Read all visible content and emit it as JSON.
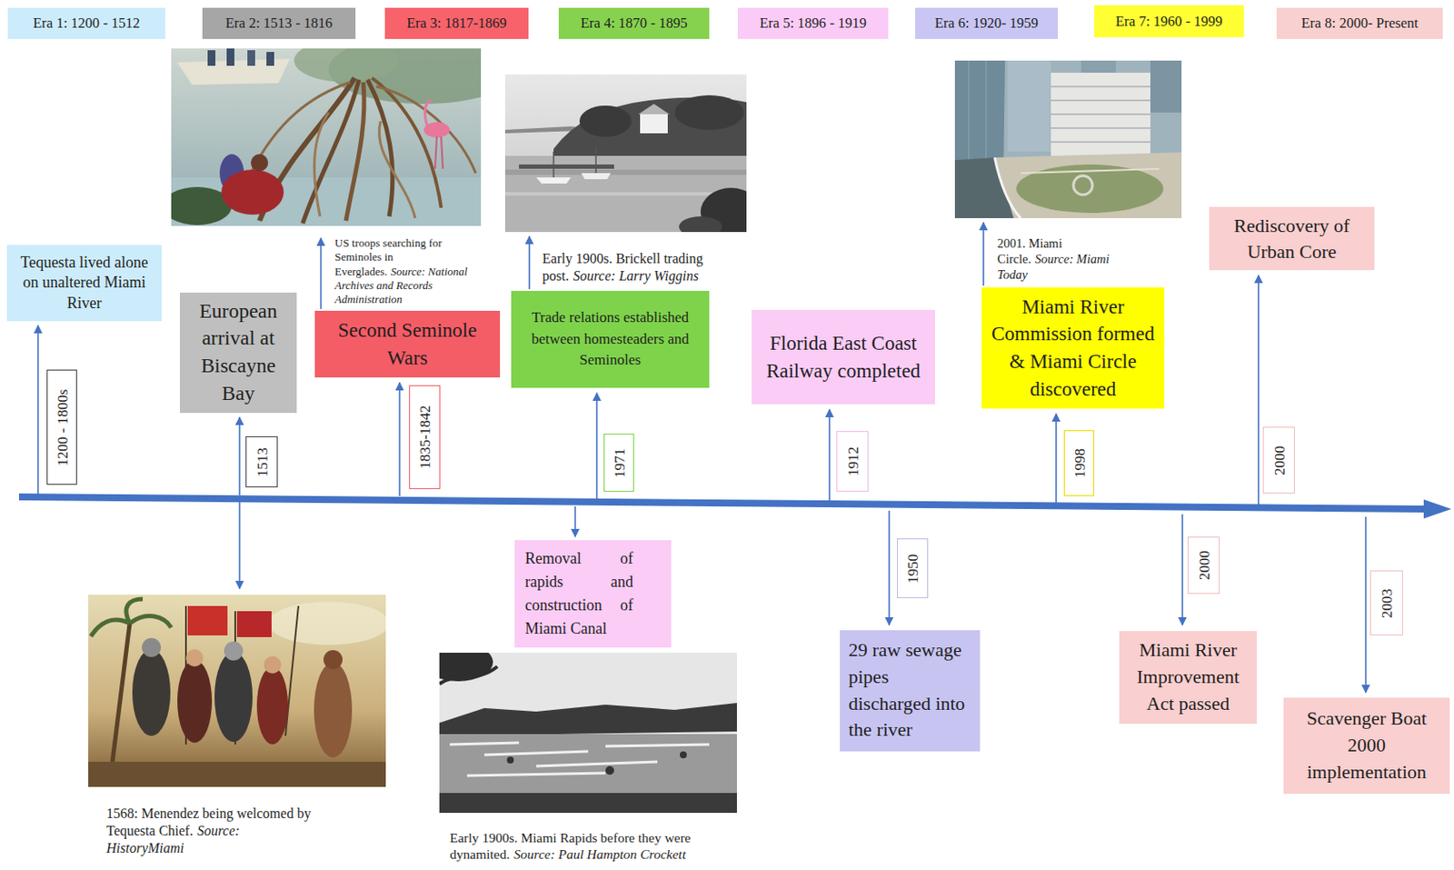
{
  "diagram": {
    "nodes": [
      {
        "text": [
          "Era 1: 1200 - 1512"
        ]
      },
      {
        "text": [
          "Era 2: 1513 - 1816"
        ]
      },
      {
        "text": [
          "Era 3: 1817-1869"
        ]
      },
      {
        "text": [
          "Era 4: 1870 - 1895"
        ]
      },
      {
        "text": [
          "Era 5: 1896 - 1919"
        ]
      },
      {
        "text": [
          "Era 6: 1920- 1959"
        ]
      },
      {
        "text": [
          "Era 7: 1960 - 1999"
        ]
      },
      {
        "text": [
          "Era 8: 2000- Present"
        ]
      },
      {
        "text": [
          "Tequesta lived alone on unaltered Miami River"
        ]
      },
      {
        "text": [
          "1200 - 1800s"
        ]
      },
      {
        "text": [
          "European arrival at Biscayne Bay"
        ]
      },
      {
        "text": [
          "1513"
        ]
      },
      {
        "text": [
          "Second Seminole Wars"
        ]
      },
      {
        "text": [
          "1835-1842"
        ]
      },
      {
        "text": [
          "Trade relations established between homesteaders and Seminoles"
        ]
      },
      {
        "text": [
          "1971"
        ]
      },
      {
        "text": [
          "Removal of rapids and construction of Miami Canal"
        ]
      },
      {
        "text": [
          "Florida East Coast Railway completed"
        ]
      },
      {
        "text": [
          "1912"
        ]
      },
      {
        "text": [
          "1950"
        ]
      },
      {
        "text": [
          "29 raw sewage pipes discharged into the river"
        ]
      },
      {
        "text": [
          "Miami River Commission formed & Miami Circle discovered"
        ]
      },
      {
        "text": [
          "1998"
        ]
      },
      {
        "text": [
          "Rediscovery of Urban Core"
        ]
      },
      {
        "text": [
          "2000"
        ]
      },
      {
        "text": [
          "2000"
        ]
      },
      {
        "text": [
          "Miami River Improvement Act passed"
        ]
      },
      {
        "text": [
          "2003"
        ]
      },
      {
        "text": [
          "Scavenger Boat 2000 implementation"
        ]
      }
    ],
    "labels": [
      "US troops searching for Seminoles in Everglades.",
      "Source: National Archives and Records Administration",
      "Early 1900s. Brickell trading post.",
      "Source: Larry Wiggins",
      "2001. Miami Circle.",
      "Source: Miami Today",
      "1568: Menendez being welcomed by Tequesta Chief.",
      "Source: HistoryMiami",
      "Early 1900s. Miami Rapids before they were dynamited.",
      "Source: Paul Hampton Crockett"
    ]
  }
}
